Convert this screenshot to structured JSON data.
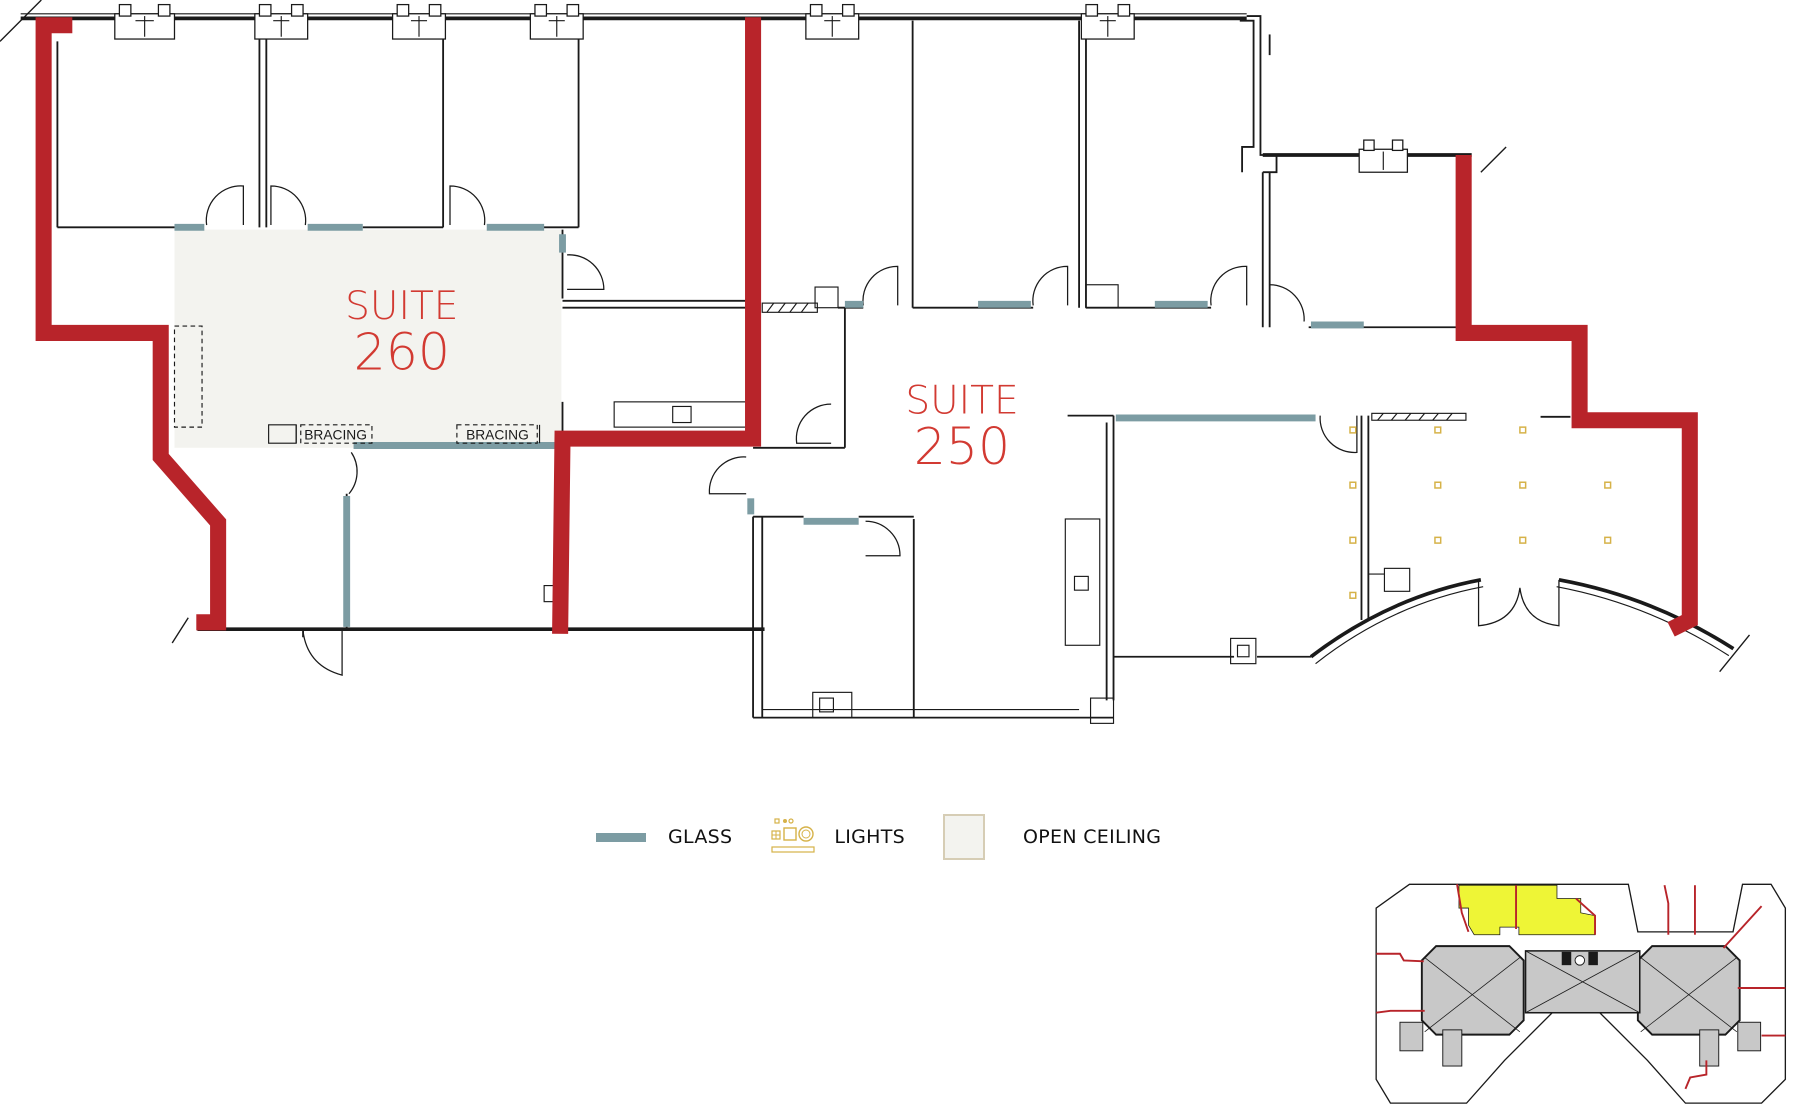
{
  "suites": [
    {
      "id": "suite-260",
      "line1": "SUITE",
      "line2": "260"
    },
    {
      "id": "suite-250",
      "line1": "SUITE",
      "line2": "250"
    }
  ],
  "annotations": {
    "bracing_left": "BRACING",
    "bracing_right": "BRACING"
  },
  "legend": {
    "items": [
      {
        "icon": "glass-swatch",
        "label": "GLASS"
      },
      {
        "icon": "lights-icon",
        "label": "LIGHTS"
      },
      {
        "icon": "open-ceiling-swatch",
        "label": "OPEN CEILING"
      }
    ]
  },
  "colors": {
    "demising_wall": "#b8242a",
    "glass": "#7c9ca3",
    "lights": "#d6b248",
    "open_ceiling": "#f3f3ef",
    "suite_label": "#d23a32",
    "highlight": "#eef536"
  },
  "minimap": {
    "description": "key plan with highlighted suites"
  }
}
